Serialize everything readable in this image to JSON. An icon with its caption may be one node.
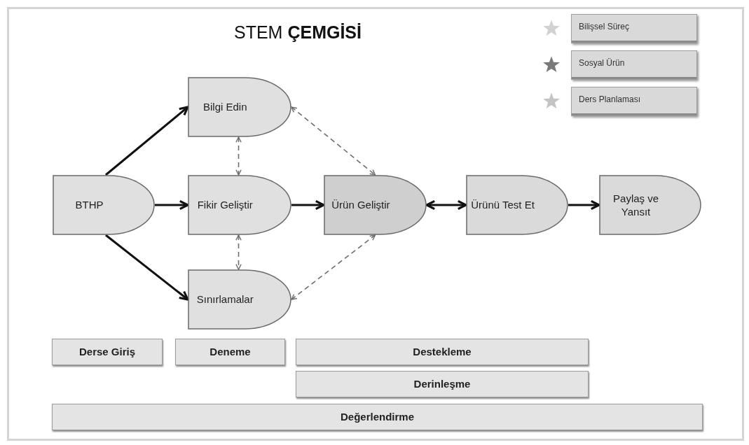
{
  "diagram": {
    "title": "STEM **ÇEMGİSİ**",
    "nodes": [
      {
        "text": [
          "BTHP"
        ]
      },
      {
        "text": [
          "Bilgi Edin"
        ]
      },
      {
        "text": [
          "Fikir Geliştir"
        ]
      },
      {
        "text": [
          "Sınırlamalar"
        ]
      },
      {
        "text": [
          "Ürün Geliştir"
        ]
      },
      {
        "text": [
          "Ürünü Test Et"
        ]
      },
      {
        "text": [
          "Paylaş ve Yansıt"
        ]
      },
      {
        "text": [
          "Derse Giriş"
        ]
      },
      {
        "text": [
          "Deneme"
        ]
      },
      {
        "text": [
          "Destekleme"
        ]
      },
      {
        "text": [
          "Derinleşme"
        ]
      },
      {
        "text": [
          "Değerlendirme"
        ]
      }
    ],
    "edges": [
      {
        "from": 0,
        "to": 1,
        "arrow": "to"
      },
      {
        "from": 0,
        "to": 2,
        "arrow": "to"
      },
      {
        "from": 0,
        "to": 3,
        "arrow": "to"
      },
      {
        "from": 1,
        "to": 2,
        "arrow": "both",
        "style": "dashed",
        "color": "#6e6e6e"
      },
      {
        "from": 2,
        "to": 3,
        "arrow": "both",
        "style": "dashed",
        "color": "#6e6e6e"
      },
      {
        "from": 1,
        "to": 4,
        "arrow": "both",
        "style": "dashed",
        "color": "#6e6e6e"
      },
      {
        "from": 3,
        "to": 4,
        "arrow": "both",
        "style": "dashed",
        "color": "#6e6e6e"
      },
      {
        "from": 2,
        "to": 4,
        "arrow": "to"
      },
      {
        "from": 4,
        "to": 5,
        "arrow": "both"
      },
      {
        "from": 5,
        "to": 6,
        "arrow": "to"
      }
    ],
    "legend": [
      {
        "text": "Bilişsel Süreç",
        "color": "#d2d2d2"
      },
      {
        "text": "Sosyal Ürün",
        "color": "#7a7a7a"
      },
      {
        "text": "Ders Planlaması",
        "color": "#c4c4c4"
      }
    ]
  }
}
